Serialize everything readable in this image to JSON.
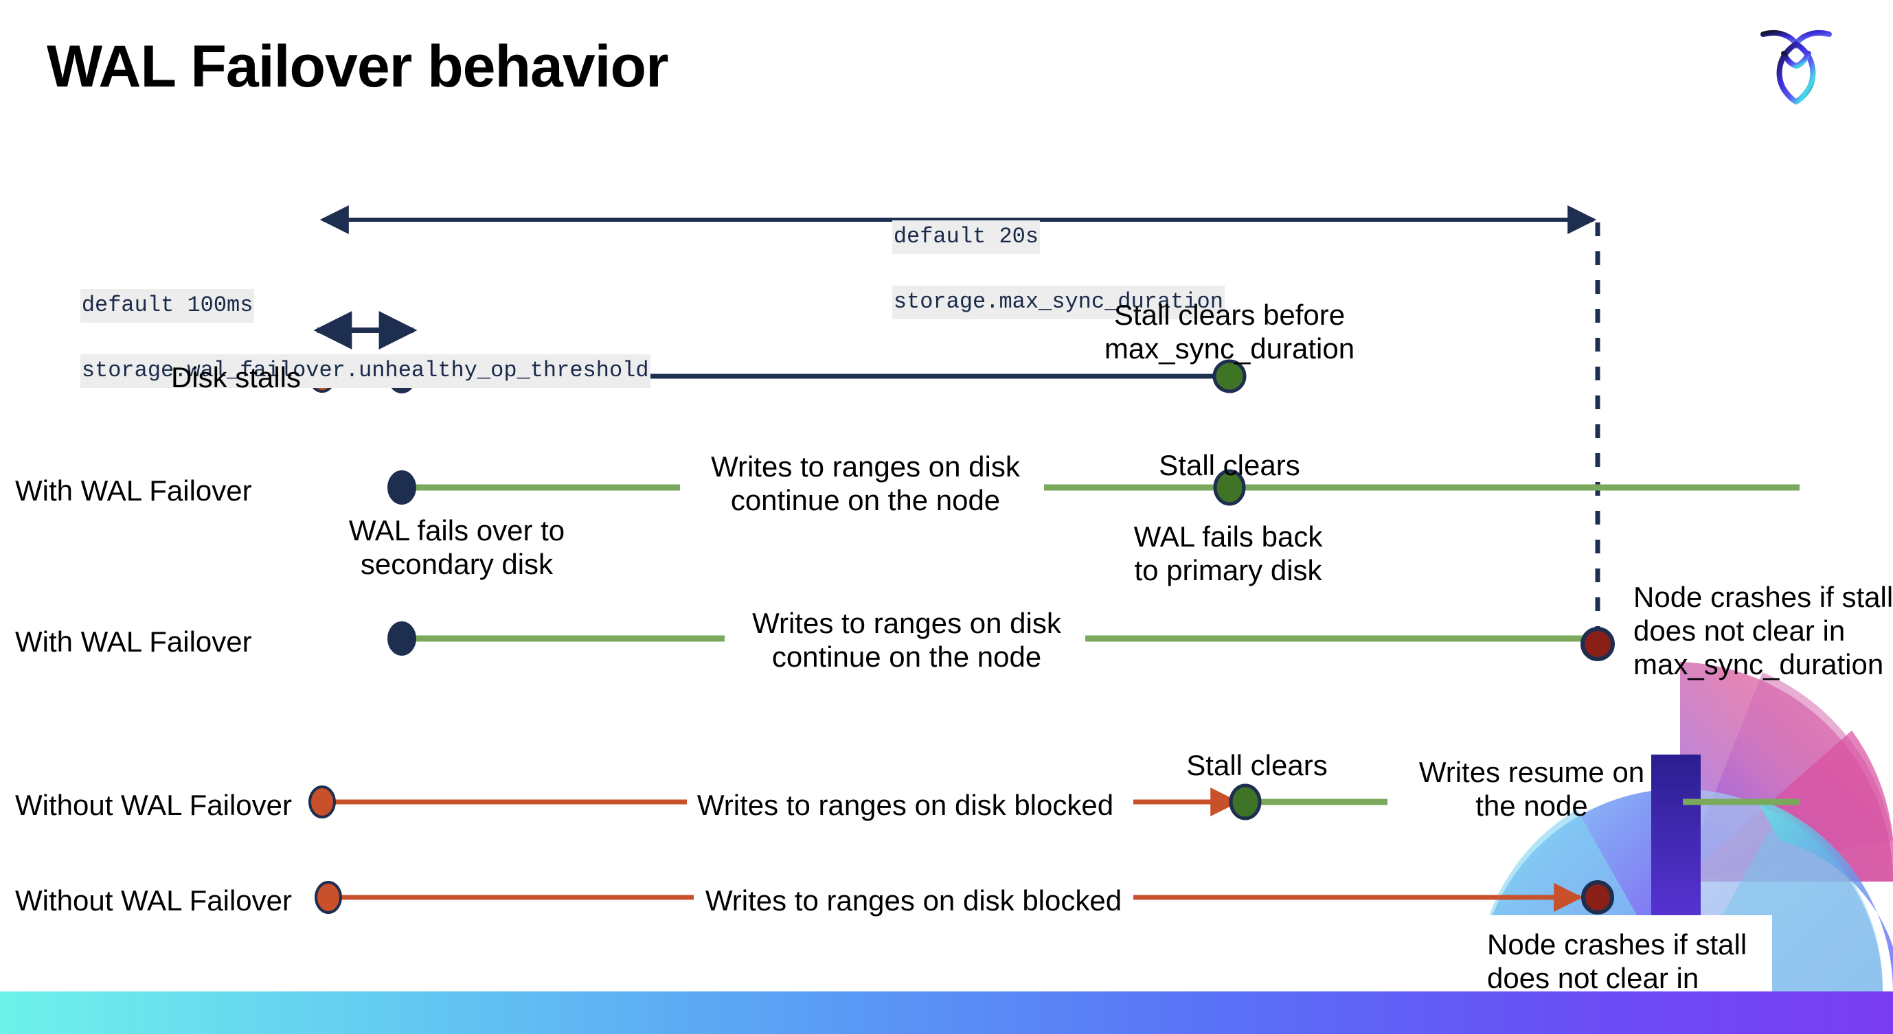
{
  "slide": {
    "title": "WAL Failover behavior",
    "logo_name": "cockroach-labs-logo"
  },
  "config_callouts": [
    {
      "id": "max-sync-duration",
      "default_line": "default 20s",
      "setting_line": "storage.max_sync_duration"
    },
    {
      "id": "unhealthy-op-threshold",
      "default_line": "default 100ms",
      "setting_line": "storage.wal_failover.unhealthy_op_threshold"
    }
  ],
  "rows": [
    {
      "id": "disk-stalls",
      "label": "Disk stalls"
    },
    {
      "id": "with-wal-failover-1",
      "label": "With WAL Failover"
    },
    {
      "id": "with-wal-failover-2",
      "label": "With WAL Failover"
    },
    {
      "id": "without-wal-failover-1",
      "label": "Without WAL Failover"
    },
    {
      "id": "without-wal-failover-2",
      "label": "Without WAL Failover"
    }
  ],
  "annotations": {
    "stall_clears_before": "Stall clears before\nmax_sync_duration",
    "stall_clears_1": "Stall clears",
    "stall_clears_2": "Stall clears",
    "wal_fails_over": "WAL fails over to\nsecondary disk",
    "wal_fails_back": "WAL fails  back\nto primary disk",
    "writes_continue_1": "Writes to ranges on disk\ncontinue on the node",
    "writes_continue_2": "Writes to ranges on disk\ncontinue on the node",
    "writes_blocked_1": "Writes to ranges on disk  blocked",
    "writes_blocked_2": "Writes to ranges on disk  blocked",
    "writes_resume": "Writes resume on\nthe node",
    "node_crashes_1": "Node crashes if stall\ndoes not clear in\nmax_sync_duration",
    "node_crashes_2": "Node crashes if stall\ndoes not clear in\nmax_sync_duration"
  },
  "colors": {
    "navy": "#1e2e50",
    "green_line": "#7aa95c",
    "green_dot": "#3f7326",
    "orange": "#c8502b",
    "dark_red": "#8a1f17",
    "code_bg": "#ededed",
    "text": "#000000",
    "bar_gradient_start": "#6ef2ea",
    "bar_gradient_end": "#7a3df2"
  },
  "markers": {
    "stall_start_name": "stall-start-dot",
    "failover_name": "failover-dot",
    "stall_clear_name": "stall-clear-dot",
    "crash_name": "node-crash-dot"
  }
}
